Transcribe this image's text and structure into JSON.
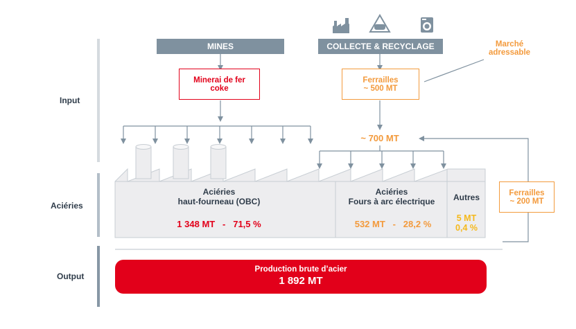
{
  "rows": {
    "input": "Input",
    "acieries": "Aciéries",
    "output": "Output"
  },
  "sources": {
    "mines": "MINES",
    "collecte": "COLLECTE & RECYCLAGE",
    "minerai_line1": "Minerai de fer",
    "minerai_line2": "coke",
    "ferrailles_line1": "Ferrailles",
    "ferrailles_line2": "~ 500 MT",
    "marche_line1": "Marché",
    "marche_line2": "adressable",
    "total_scrap": "~ 700 MT",
    "ferrailles2_line1": "Ferrailles",
    "ferrailles2_line2": "~ 200 MT"
  },
  "plants": {
    "obc_title1": "Aciéries",
    "obc_title2": "haut-fourneau (OBC)",
    "obc_value": "1 348 MT   -   71,5 %",
    "eaf_title1": "Aciéries",
    "eaf_title2": "Fours à arc électrique",
    "eaf_value": "532 MT   -   28,2 %",
    "autres_title": "Autres",
    "autres_value1": "5 MT",
    "autres_value2": "0,4 %"
  },
  "output": {
    "line1": "Production brute d’acier",
    "line2": "1 892 MT"
  },
  "icons": [
    "factory-icon",
    "recycle-car-icon",
    "washing-machine-icon"
  ],
  "colors": {
    "red": "#e2001a",
    "orange": "#f39a3c",
    "yellow": "#f5b91c",
    "slate": "#7f919f",
    "gray_fill": "#ededef"
  }
}
